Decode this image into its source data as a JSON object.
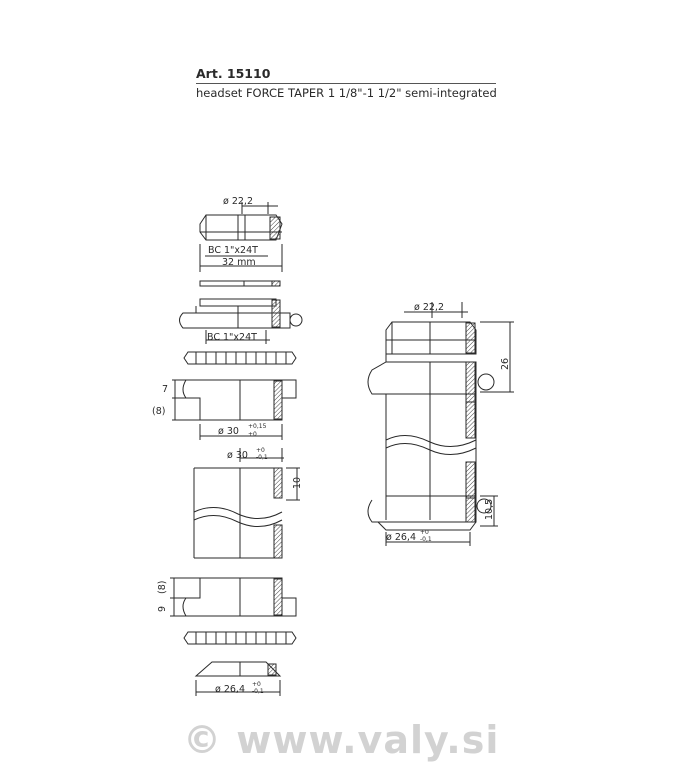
{
  "header": {
    "article": "Art. 15110",
    "description": "headset FORCE TAPER 1 1/8\"-1 1/2\" semi-integrated"
  },
  "dimensions": {
    "nut_diameter": "ø 22,2",
    "nut_thread": "BC 1\"x24T",
    "nut_width": "32 mm",
    "cup_thread": "BC 1\"x24T",
    "upper_cup_height": "7",
    "upper_cup_depth": "(8)",
    "upper_cup_diameter": "ø 30",
    "upper_cup_tol_upper": "+0,15",
    "upper_cup_tol_lower": "+0",
    "tube_diameter": "ø 30",
    "tube_tol_upper": "+0",
    "tube_tol_lower": "-0,1",
    "tube_cup_height": "10",
    "lower_cup_depth": "(8)",
    "lower_cup_height": "9",
    "crown_race_diameter": "ø 26,4",
    "crown_tol_upper": "+0",
    "crown_tol_lower": "-0,1",
    "assembly_diameter": "ø 22,2",
    "assembly_height_top": "26",
    "assembly_height_bottom": "10,5",
    "assembly_crown_diameter": "ø 26,4",
    "assembly_tol_upper": "+0",
    "assembly_tol_lower": "-0,1"
  },
  "watermark": "© www.valy.si",
  "colors": {
    "line": "#2a2a2a",
    "hatch": "#444444",
    "watermark": "#d2d2d2"
  }
}
